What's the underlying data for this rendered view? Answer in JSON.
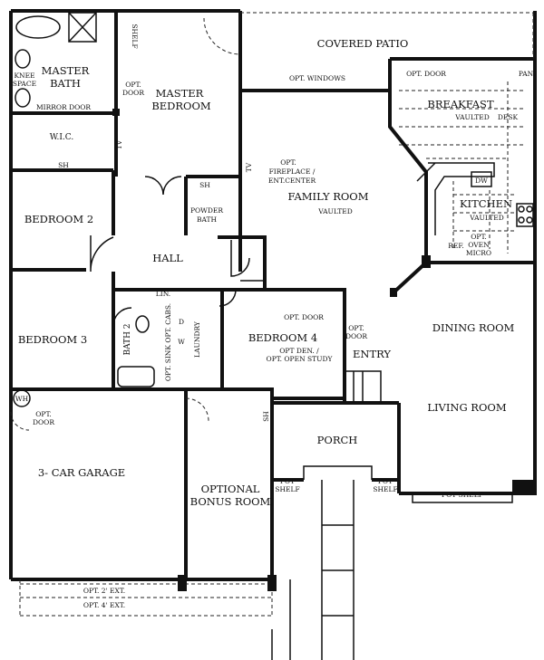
{
  "rooms": {
    "covered_patio": "COVERED PATIO",
    "master_bath": [
      "MASTER",
      "BATH"
    ],
    "master_bedroom": [
      "MASTER",
      "BEDROOM"
    ],
    "wic": "W.I.C.",
    "breakfast": "BREAKFAST",
    "family_room": "FAMILY ROOM",
    "kitchen": "KITCHEN",
    "bedroom2": "BEDROOM 2",
    "powder_bath": [
      "POWDER",
      "BATH"
    ],
    "hall": "HALL",
    "bedroom3": "BEDROOM 3",
    "bath2": "BATH 2",
    "laundry": "LAUNDRY",
    "bedroom4": "BEDROOM 4",
    "entry": "ENTRY",
    "dining_room": "DINING ROOM",
    "living_room": "LIVING ROOM",
    "garage": "3- CAR GARAGE",
    "bonus_room": [
      "OPTIONAL",
      "BONUS ROOM"
    ],
    "porch": "PORCH"
  },
  "notes": {
    "shelf": "SHELF",
    "knee_space": [
      "KNEE",
      "SPACE"
    ],
    "mirror_door": "MIRROR DOOR",
    "opt_door_bath": [
      "OPT.",
      "DOOR"
    ],
    "sh_wic": "SH",
    "tv1": "TV",
    "tv2": "TV",
    "opt_windows": "OPT. WINDOWS",
    "opt_door_breakfast": "OPT. DOOR",
    "pan": "PAN.",
    "vaulted_breakfast": "VAULTED",
    "desk": "DESK",
    "fireplace": [
      "OPT.",
      "FIREPLACE /",
      "ENT.CENTER"
    ],
    "vaulted_family": "VAULTED",
    "dw": "DW",
    "vaulted_kitchen": "VAULTED",
    "oven": [
      "OPT.",
      "OVEN",
      "MICRO"
    ],
    "ref": "REF.",
    "sh_powder": "SH",
    "lin": "LIN.",
    "sink_cabs": "OPT. SINK OPT. CABS.",
    "d": "D",
    "w": "W",
    "opt_door_bed4": "OPT. DOOR",
    "den": [
      "OPT DEN. /",
      "OPT. OPEN STUDY"
    ],
    "opt_door_entry": [
      "OPT.",
      "DOOR"
    ],
    "wh": "WH",
    "opt_door_garage": [
      "OPT.",
      "DOOR"
    ],
    "sh_bonus": "SH",
    "pot_shelf1": [
      "POT",
      "SHELF"
    ],
    "pot_shelf2": [
      "POT",
      "SHELF"
    ],
    "pot_shelf3": "POT SHELF",
    "ext2": "OPT. 2' EXT.",
    "ext4": "OPT. 4' EXT."
  }
}
